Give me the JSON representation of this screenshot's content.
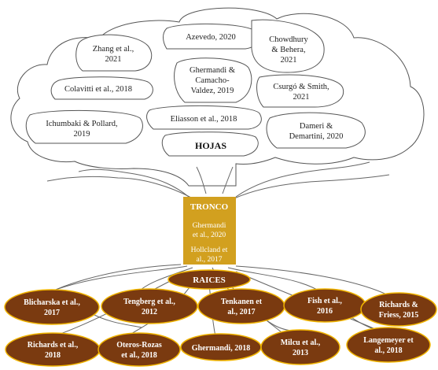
{
  "colors": {
    "trunk_fill": "#d2a01f",
    "root_fill": "#7a3a10",
    "root_border": "#f0b400",
    "outline": "#555555"
  },
  "leaves": {
    "label": "HOJAS",
    "items": [
      {
        "lines": [
          "Zhang et al.,",
          "2021"
        ]
      },
      {
        "lines": [
          "Azevedo, 2020"
        ]
      },
      {
        "lines": [
          "Chowdhury",
          "& Behera,",
          "2021"
        ]
      },
      {
        "lines": [
          "Colavitti et al., 2018"
        ]
      },
      {
        "lines": [
          "Ghermandi &",
          "Camacho-",
          "Valdez, 2019"
        ]
      },
      {
        "lines": [
          "Csurgó & Smith,",
          "2021"
        ]
      },
      {
        "lines": [
          "Ichumbaki & Pollard,",
          "2019"
        ]
      },
      {
        "lines": [
          "Eliasson et al., 2018"
        ]
      },
      {
        "lines": [
          "Dameri &",
          "Demartini, 2020"
        ]
      }
    ]
  },
  "trunk": {
    "label": "TRONCO",
    "items": [
      {
        "lines": [
          "Ghermandi",
          "et al., 2020"
        ]
      },
      {
        "lines": [
          "Hollcland et",
          "al., 2017"
        ]
      }
    ]
  },
  "roots": {
    "label": "RAICES",
    "items": [
      {
        "lines": [
          "Blicharska et al.,",
          "2017"
        ]
      },
      {
        "lines": [
          "Tengberg et al.,",
          "2012"
        ]
      },
      {
        "lines": [
          "Tenkanen et",
          "al., 2017"
        ]
      },
      {
        "lines": [
          "Fish et al.,",
          "2016"
        ]
      },
      {
        "lines": [
          "Richards &",
          "Friess, 2015"
        ]
      },
      {
        "lines": [
          "Richards et al.,",
          "2018"
        ]
      },
      {
        "lines": [
          "Oteros-Rozas",
          "et al., 2018"
        ]
      },
      {
        "lines": [
          "Ghermandi, 2018"
        ]
      },
      {
        "lines": [
          "Milcu et al.,",
          "2013"
        ]
      },
      {
        "lines": [
          "Langemeyer et",
          "al., 2018"
        ]
      }
    ]
  }
}
